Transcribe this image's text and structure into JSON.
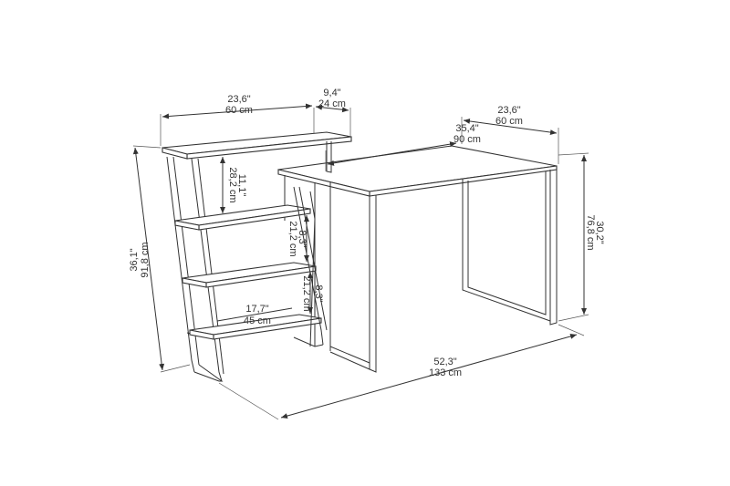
{
  "colors": {
    "background": "#ffffff",
    "line": "#333333"
  },
  "dimensions": {
    "shelf_top_width": {
      "inch": "23,6\"",
      "cm": "60 cm"
    },
    "shelf_offset": {
      "inch": "9,4\"",
      "cm": "24 cm"
    },
    "desk_depth": {
      "inch": "23,6\"",
      "cm": "60 cm"
    },
    "desk_width": {
      "inch": "35,4\"",
      "cm": "90 cm"
    },
    "total_height": {
      "inch": "36,1\"",
      "cm": "91,8 cm"
    },
    "desk_height": {
      "inch": "30,2\"",
      "cm": "76,8 cm"
    },
    "total_width": {
      "inch": "52,3\"",
      "cm": "133 cm"
    },
    "shelf_gap_top": {
      "inch": "11,1\"",
      "cm": "28,2 cm"
    },
    "shelf_gap_mid": {
      "inch": "8,3\"",
      "cm": "21,2 cm"
    },
    "shelf_gap_low": {
      "inch": "8,3\"",
      "cm": "21,2 cm"
    },
    "shelf_depth": {
      "inch": "17,7\"",
      "cm": "45 cm"
    }
  }
}
